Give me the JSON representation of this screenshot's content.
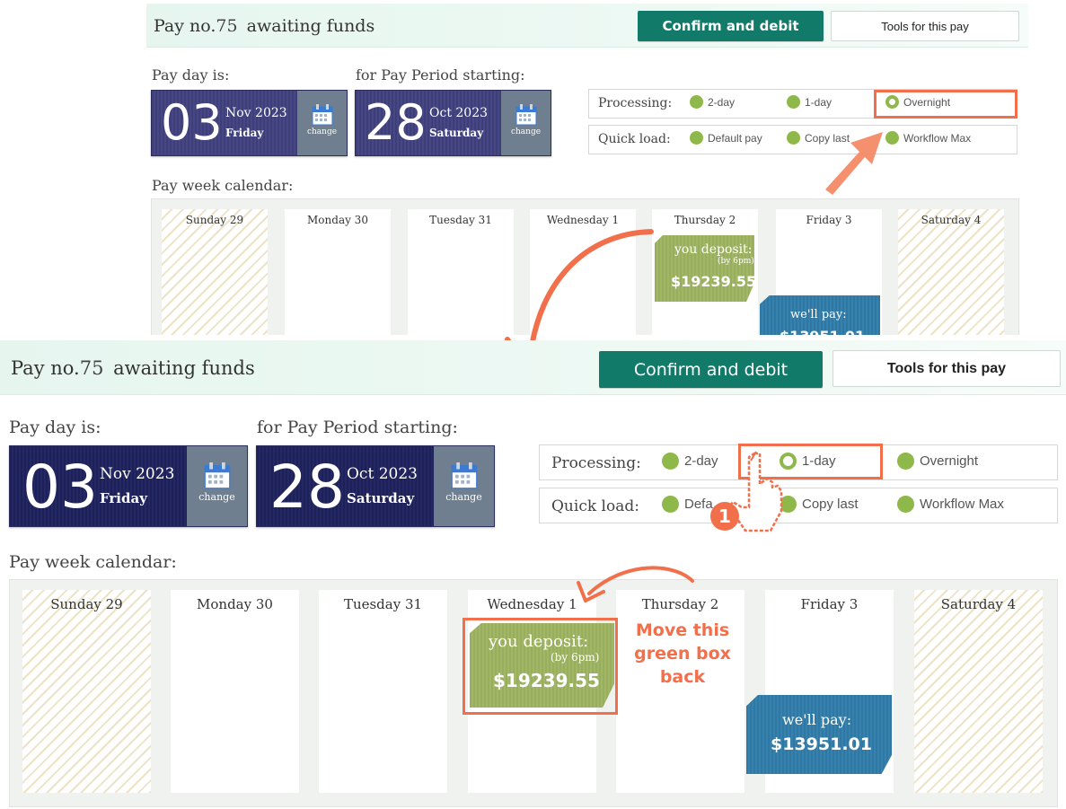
{
  "header": {
    "pay_label": "Pay no.",
    "pay_number": "75",
    "status": "awaiting funds",
    "confirm_button": "Confirm and debit",
    "tools_button": "Tools for this pay"
  },
  "payday": {
    "label": "Pay day is:",
    "day": "03",
    "month_year": "Nov 2023",
    "weekday": "Friday",
    "change": "change"
  },
  "period": {
    "label": "for Pay Period starting:",
    "day": "28",
    "month_year": "Oct 2023",
    "weekday": "Saturday",
    "change": "change"
  },
  "processing": {
    "label": "Processing:",
    "options": [
      "2-day",
      "1-day",
      "Overnight"
    ]
  },
  "quick_load": {
    "label": "Quick load:",
    "options": [
      "Default pay",
      "Copy last",
      "Workflow Max"
    ],
    "options_bottom_visible": [
      "Defa"
    ]
  },
  "calendar": {
    "label": "Pay week calendar:",
    "days": [
      "Sunday 29",
      "Monday 30",
      "Tuesday 31",
      "Wednesday 1",
      "Thursday 2",
      "Friday 3",
      "Saturday 4"
    ]
  },
  "deposit": {
    "label": "you deposit:",
    "note": "(by 6pm)",
    "amount": "$19239.55"
  },
  "payout": {
    "label": "we'll pay:",
    "amount": "$13951.01"
  },
  "annotation": {
    "step": "1",
    "line1": "Move this",
    "line2": "green box",
    "line3": "back"
  },
  "colors": {
    "brand_green": "#127a69",
    "highlight": "#f26f4b",
    "deposit_green": "#98ae5c",
    "payout_blue": "#2f78a3"
  }
}
